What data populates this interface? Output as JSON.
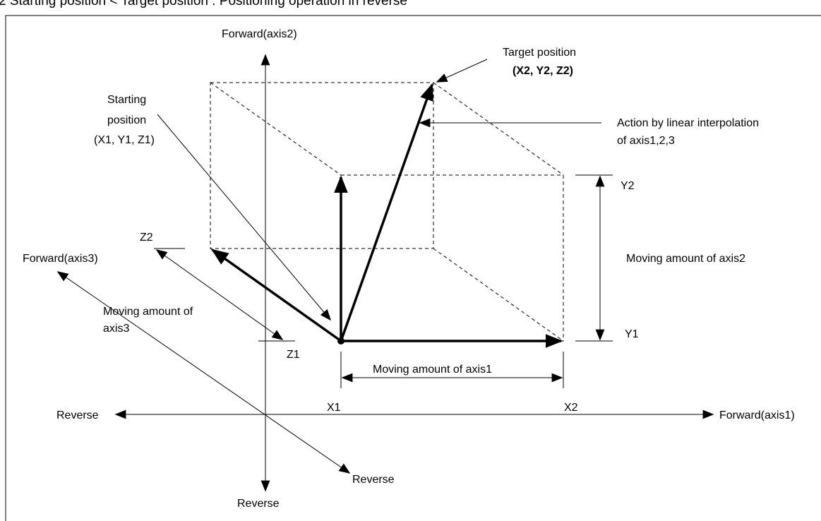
{
  "header": {
    "text": "2 Starting position < Target position : Positioning operation in reverse"
  },
  "labels": {
    "forward_axis2": "Forward(axis2)",
    "forward_axis1": "Forward(axis1)",
    "forward_axis3": "Forward(axis3)",
    "reverse_axis2": "Reverse",
    "reverse_axis1": "Reverse",
    "reverse_axis3": "Reverse",
    "target_title": "Target position",
    "target_coords": "(X2, Y2, Z2)",
    "start_line1": "Starting",
    "start_line2": "position",
    "start_line3": "(X1, Y1, Z1)",
    "action_line1": "Action by linear interpolation",
    "action_line2": "of axis1,2,3",
    "x1": "X1",
    "x2": "X2",
    "y1": "Y1",
    "y2": "Y2",
    "z1": "Z1",
    "z2": "Z2",
    "moving_axis1": "Moving amount of axis1",
    "moving_axis2": "Moving amount of axis2",
    "moving_axis3_line1": "Moving amount of",
    "moving_axis3_line2": "axis3"
  }
}
